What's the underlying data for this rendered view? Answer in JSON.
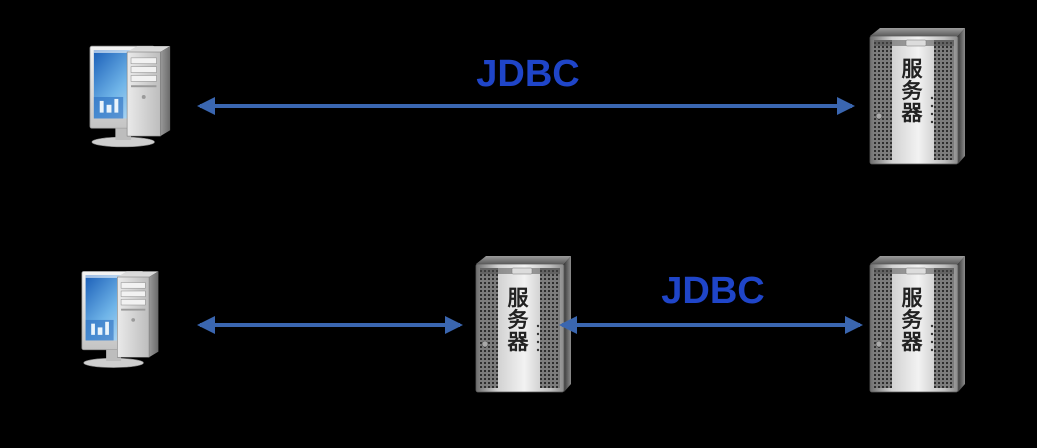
{
  "colors": {
    "background": "#000000",
    "arrow": "#3a66b0",
    "label": "#1f45c8"
  },
  "icons": {
    "client": "desktop-computer-icon",
    "server": "server-tower-icon"
  },
  "labels": {
    "top_connection": "JDBC",
    "bottom_connection": "JDBC",
    "server_text": [
      "服",
      "务",
      "器"
    ]
  }
}
